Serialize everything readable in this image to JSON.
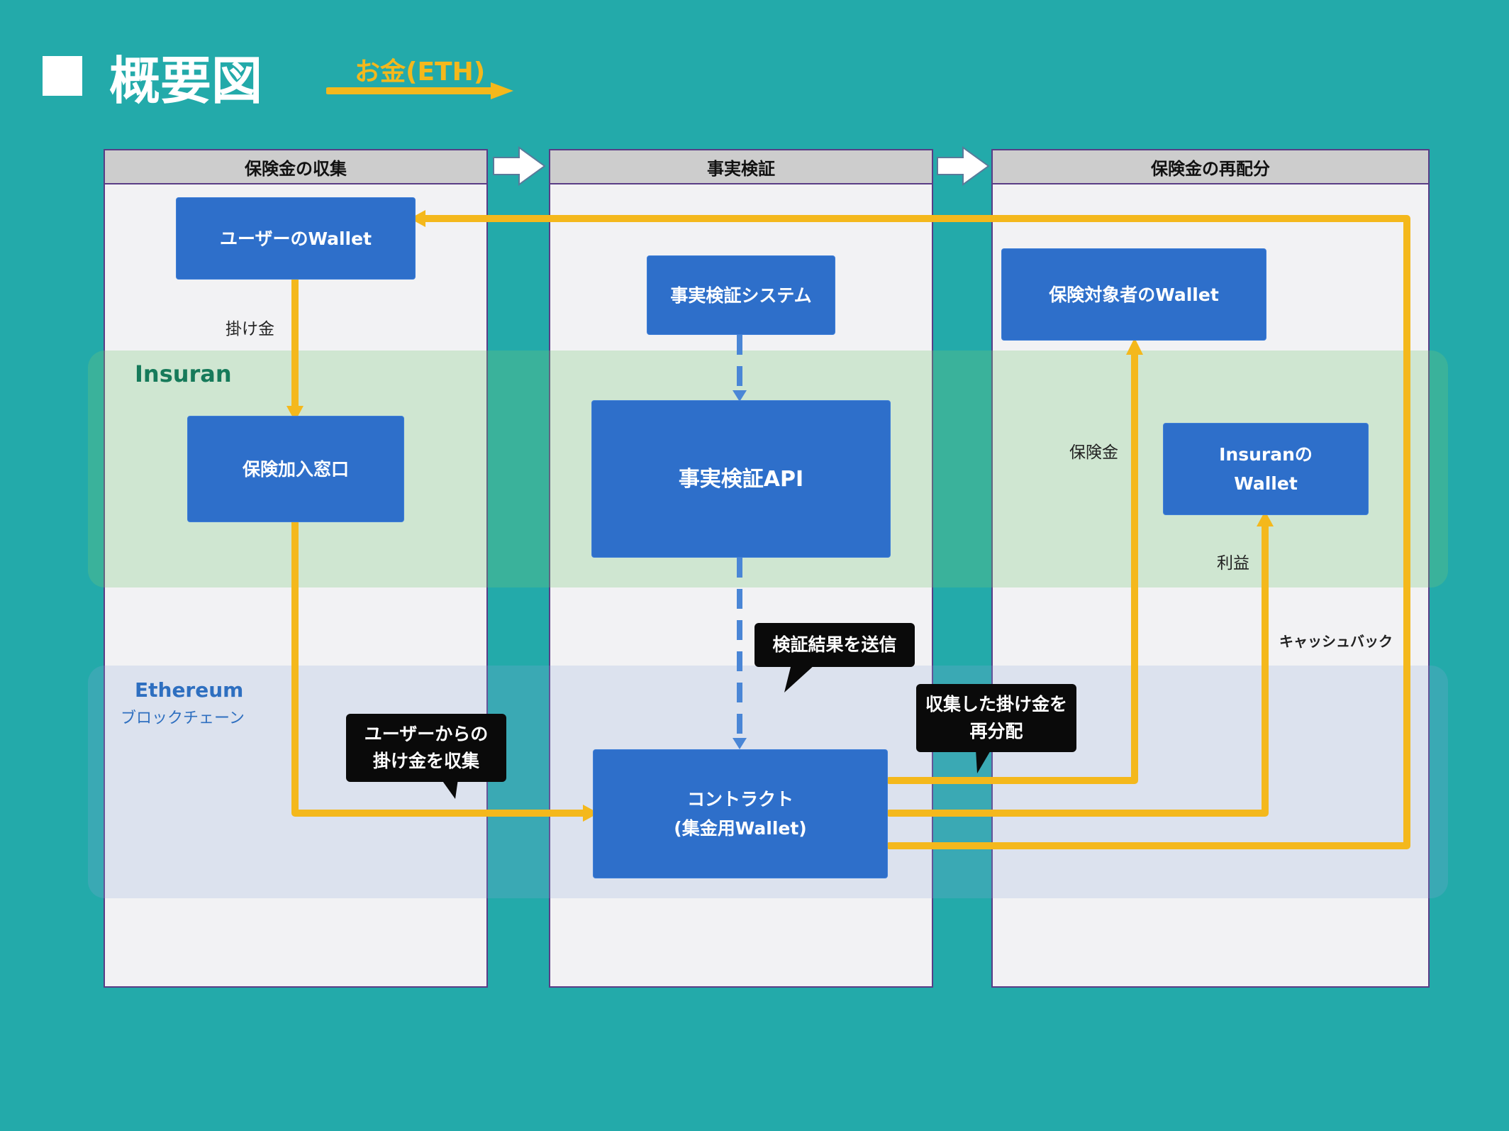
{
  "title": "概要図",
  "legend": {
    "label": "お金(ETH)",
    "arrow_color": "#f4b81c"
  },
  "lanes": [
    {
      "header": "保険金の収集"
    },
    {
      "header": "事実検証"
    },
    {
      "header": "保険金の再配分"
    }
  ],
  "bands": {
    "insuran": {
      "label": "Insuran"
    },
    "ethereum": {
      "label": "Ethereum",
      "sublabel": "ブロックチェーン"
    }
  },
  "nodes": {
    "user_wallet": "ユーザーのWallet",
    "insurance_window": "保険加入窓口",
    "fact_check_system": "事実検証システム",
    "fact_check_api": "事実検証API",
    "contract": "コントラクト\n(集金用Wallet)",
    "insured_wallet": "保険対象者のWallet",
    "insuran_wallet": "Insuranの\nWallet"
  },
  "flow_labels": {
    "premium": "掛け金",
    "payout": "保険金",
    "profit": "利益",
    "cashback": "キャッシュバック"
  },
  "callouts": {
    "send_result": "検証結果を送信",
    "redistribute": "収集した掛け金を\n再分配",
    "collect": "ユーザーからの\n掛け金を収集"
  },
  "colors": {
    "background": "#23aaaa",
    "node": "#2e6fca",
    "money_flow": "#f4b81c",
    "data_flow": "#4a86d6",
    "callout": "#0a0a0a"
  }
}
